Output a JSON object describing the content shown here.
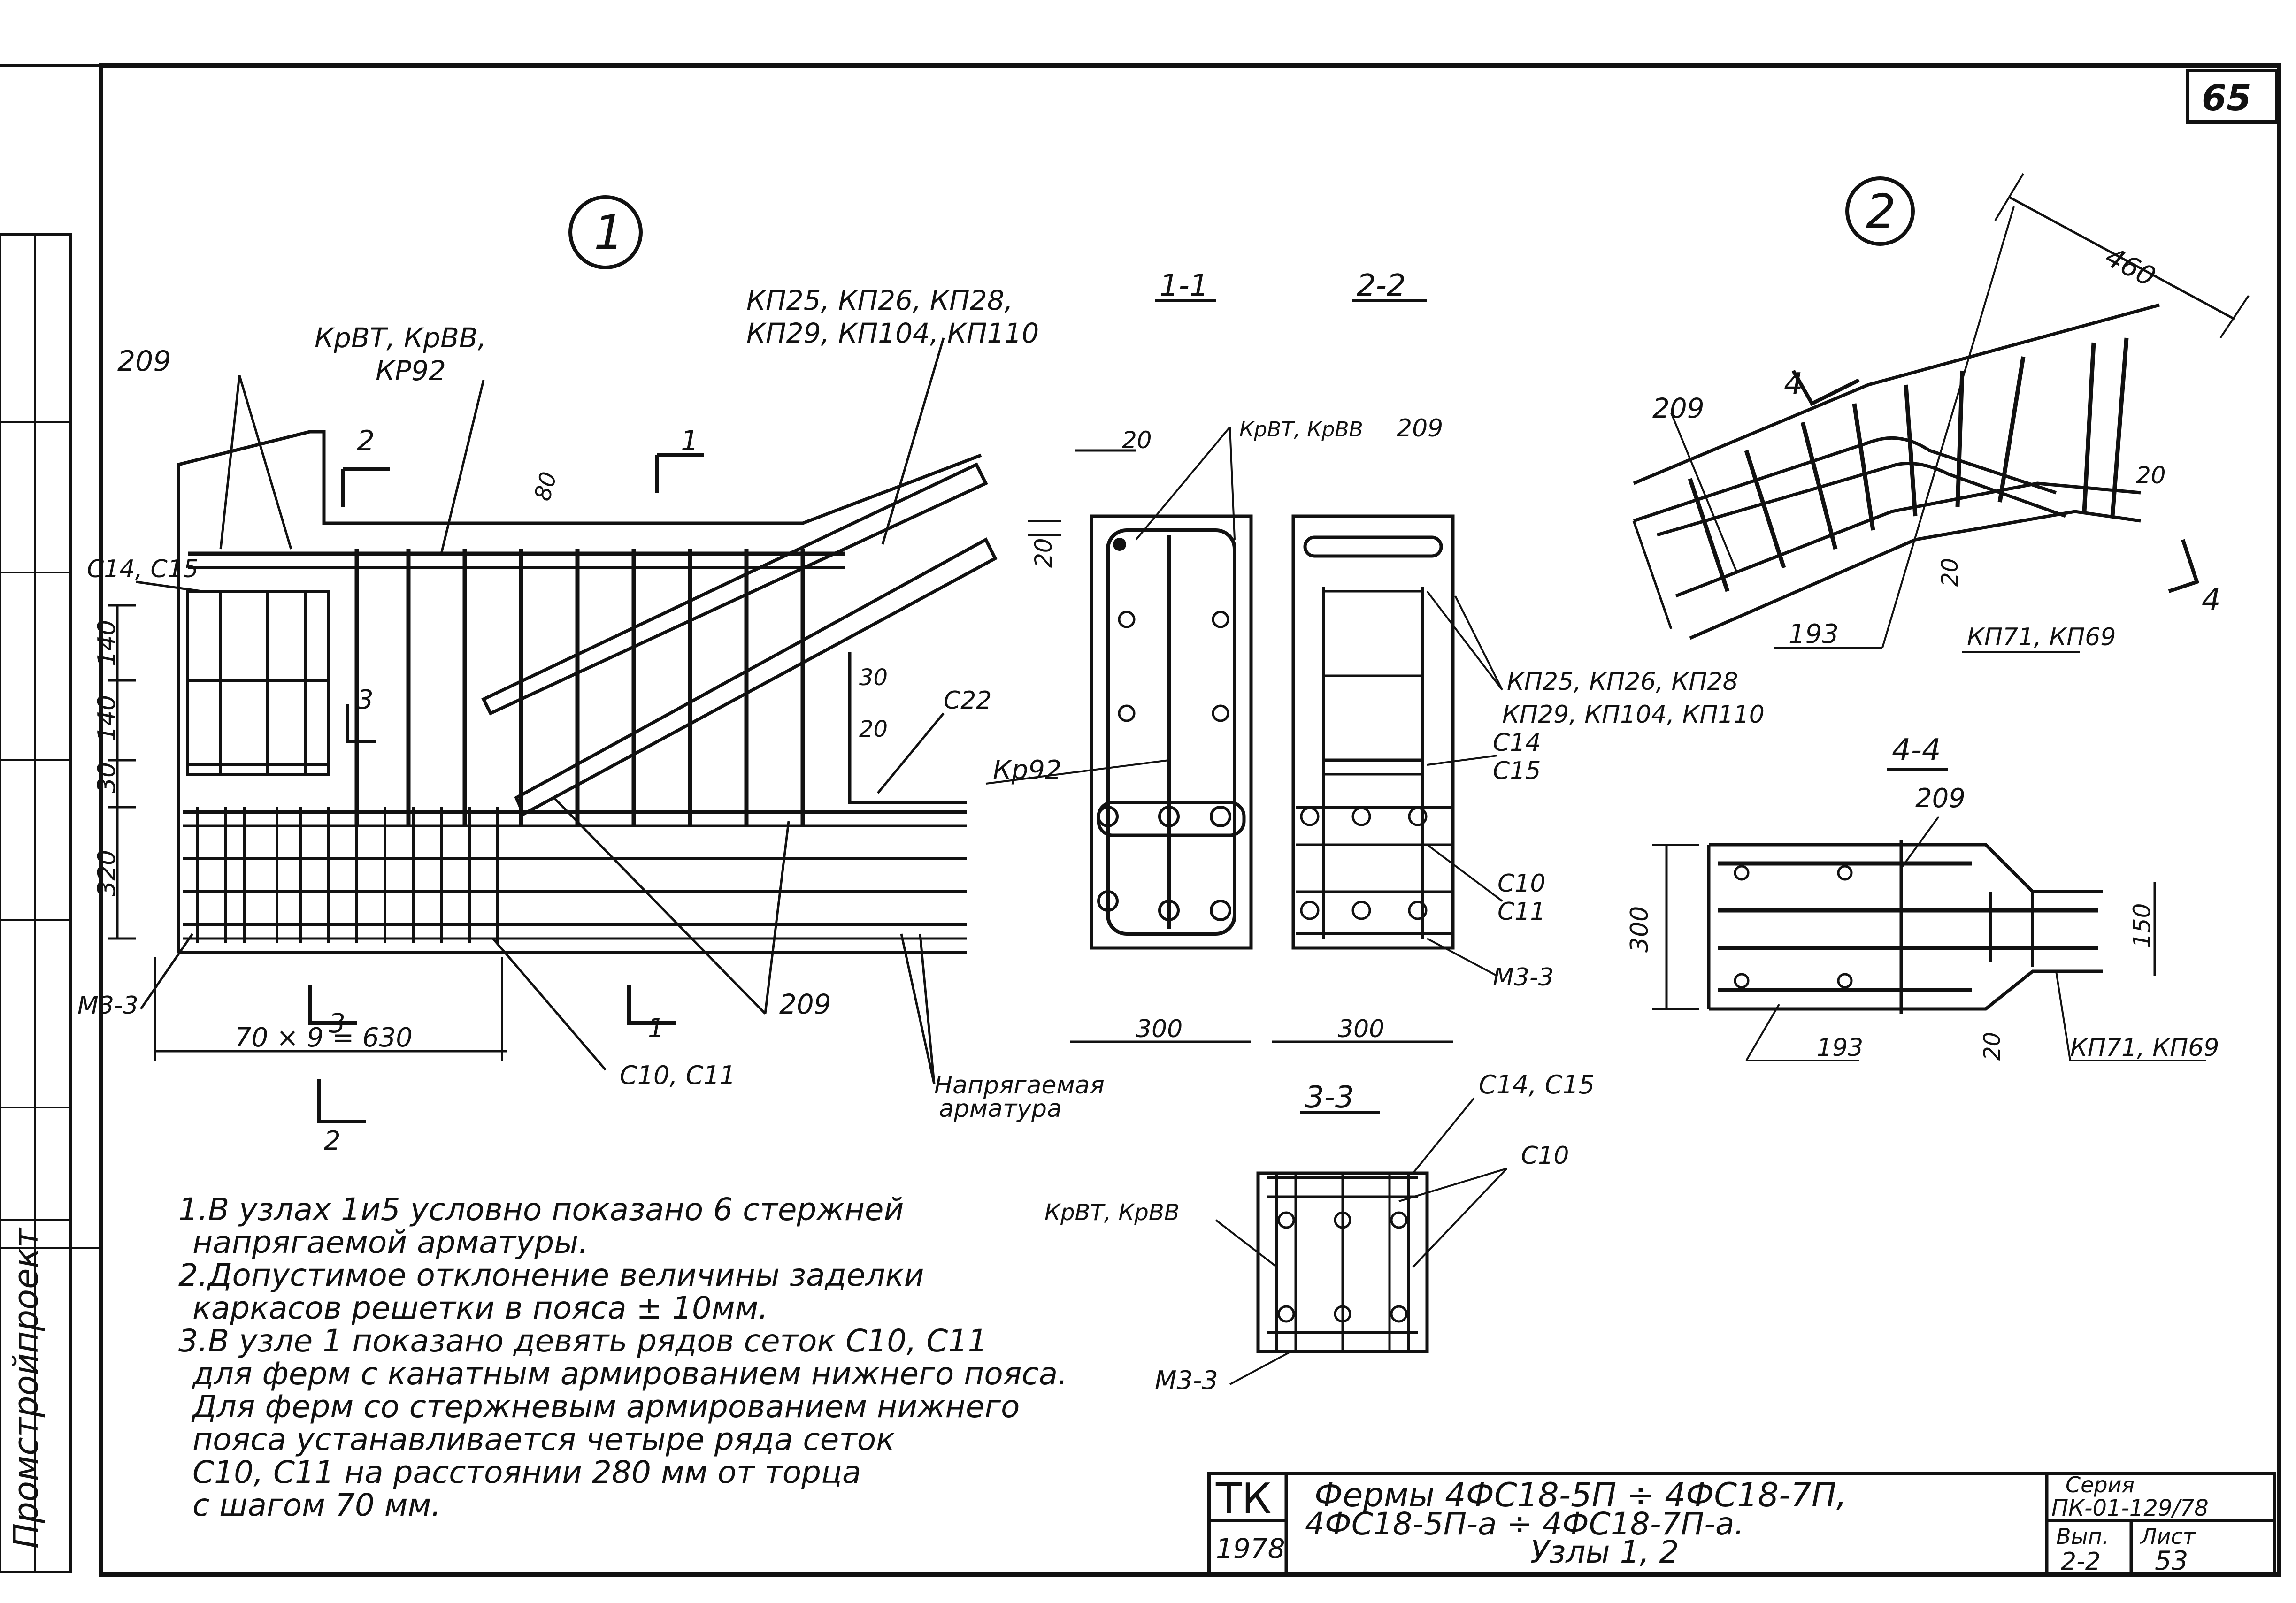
{
  "sheet": {
    "page_number": "65",
    "side_stamp": "Промстройпроект",
    "node_1_mark": "1",
    "node_2_mark": "2"
  },
  "node1": {
    "label_209_top": "209",
    "label_kr_top_a": "КрВТ, КрВВ,",
    "label_kr_top_b": "КР92",
    "label_kp_top_a": "КП25, КП26, КП28,",
    "label_kp_top_b": "КП29, КП104, КП110",
    "label_c14c15": "С14, С15",
    "dim_140a": "140",
    "dim_140b": "140",
    "dim_30": "30",
    "dim_320": "320",
    "dim_80": "80",
    "dim_30_right": "30",
    "dim_20_right": "20",
    "label_c22": "С22",
    "label_m33": "М3-3",
    "dim_spacing": "70 × 9 = 630",
    "label_c10c11": "С10, С11",
    "label_209_bottom": "209",
    "label_prestressed_a": "Напрягаемая",
    "label_prestressed_b": "арматура",
    "cut_2_top": "2",
    "cut_1_top": "1",
    "cut_3": "3",
    "cut_3_bottom": "3",
    "cut_1_bottom": "1",
    "cut_2_bottom": "2"
  },
  "section11": {
    "title": "1-1",
    "dim_20_top": "20",
    "dim_20_left": "20",
    "label_kr": "КрВТ, КрВВ",
    "label_209": "209",
    "label_kr92": "Кр92",
    "dim_300": "300"
  },
  "section22": {
    "title": "2-2",
    "label_kp_a": "КП25, КП26, КП28",
    "label_kp_b": "КП29, КП104, КП110",
    "label_c14": "С14",
    "label_c15": "С15",
    "label_c10": "С10",
    "label_c11": "С11",
    "label_m33": "М3-3",
    "dim_300": "300"
  },
  "node2": {
    "dim_460": "460",
    "cut_4_top": "4",
    "cut_4_right": "4",
    "label_209": "209",
    "dim_20_right": "20",
    "dim_20_bottom": "20",
    "dim_193": "193",
    "label_kp": "КП71, КП69"
  },
  "section44": {
    "title": "4-4",
    "label_209": "209",
    "dim_300": "300",
    "dim_150": "150",
    "dim_193": "193",
    "dim_20": "20",
    "label_kp": "КП71, КП69"
  },
  "section33": {
    "title": "3-3",
    "label_c14c15": "С14, С15",
    "label_c10": "С10",
    "label_kr": "КрВТ, КрВВ",
    "label_m33": "М3-3"
  },
  "notes": [
    "1.В узлах 1и5 условно показано 6 стержней",
    "напрягаемой арматуры.",
    "2.Допустимое отклонение величины заделки",
    "каркасов решетки в пояса ± 10мм.",
    "3.В узле 1 показано девять рядов сеток С10, С11",
    "для ферм с канатным армированием нижнего пояса.",
    "Для ферм со стержневым армированием нижнего",
    "пояса устанавливается четыре ряда сеток",
    "С10, С11 на расстоянии 280 мм от торца",
    "с шагом 70 мм."
  ],
  "title_block": {
    "org": "ТК",
    "year": "1978",
    "title_line1": "Фермы 4ФС18-5П ÷ 4ФС18-7П,",
    "title_line2": "4ФС18-5П-а ÷ 4ФС18-7П-а.",
    "title_line3": "Узлы 1, 2",
    "series_label": "Серия",
    "series_value": "ПК-01-129/78",
    "issue_label": "Вып.",
    "issue_value": "2-2",
    "sheet_label": "Лист",
    "sheet_value": "53"
  }
}
